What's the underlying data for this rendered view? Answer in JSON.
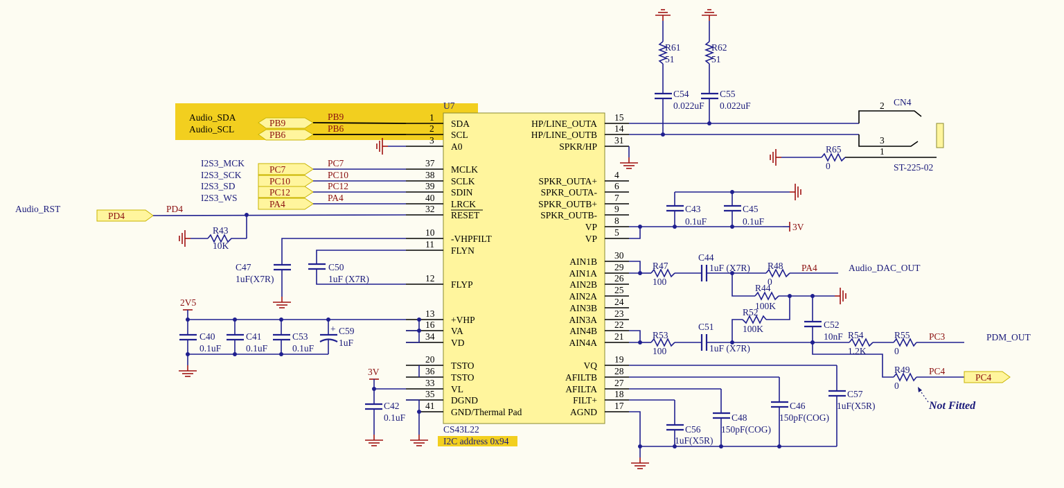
{
  "chip": {
    "ref": "U7",
    "part": "CS43L22",
    "note": "I2C address 0x94",
    "left_pins": [
      {
        "num": "1",
        "name": "SDA"
      },
      {
        "num": "2",
        "name": "SCL"
      },
      {
        "num": "3",
        "name": "A0"
      },
      {
        "num": "37",
        "name": "MCLK"
      },
      {
        "num": "38",
        "name": "SCLK"
      },
      {
        "num": "39",
        "name": "SDIN"
      },
      {
        "num": "40",
        "name": "LRCK"
      },
      {
        "num": "32",
        "name": "RESET"
      },
      {
        "num": "10",
        "name": "-VHPFILT"
      },
      {
        "num": "11",
        "name": "FLYN"
      },
      {
        "num": "12",
        "name": "FLYP"
      },
      {
        "num": "13",
        "name": "+VHP"
      },
      {
        "num": "16",
        "name": "VA"
      },
      {
        "num": "34",
        "name": "VD"
      },
      {
        "num": "20",
        "name": "TSTO"
      },
      {
        "num": "36",
        "name": "TSTO"
      },
      {
        "num": "33",
        "name": "VL"
      },
      {
        "num": "35",
        "name": "DGND"
      },
      {
        "num": "41",
        "name": "GND/Thermal Pad"
      }
    ],
    "right_pins": [
      {
        "num": "15",
        "name": "HP/LINE_OUTA"
      },
      {
        "num": "14",
        "name": "HP/LINE_OUTB"
      },
      {
        "num": "31",
        "name": "SPKR/HP"
      },
      {
        "num": "4",
        "name": "SPKR_OUTA+"
      },
      {
        "num": "6",
        "name": "SPKR_OUTA-"
      },
      {
        "num": "7",
        "name": "SPKR_OUTB+"
      },
      {
        "num": "9",
        "name": "SPKR_OUTB-"
      },
      {
        "num": "8",
        "name": "VP"
      },
      {
        "num": "5",
        "name": "VP"
      },
      {
        "num": "30",
        "name": "AIN1B"
      },
      {
        "num": "29",
        "name": "AIN1A"
      },
      {
        "num": "26",
        "name": "AIN2B"
      },
      {
        "num": "25",
        "name": "AIN2A"
      },
      {
        "num": "24",
        "name": "AIN3B"
      },
      {
        "num": "23",
        "name": "AIN3A"
      },
      {
        "num": "22",
        "name": "AIN4B"
      },
      {
        "num": "21",
        "name": "AIN4A"
      },
      {
        "num": "19",
        "name": "VQ"
      },
      {
        "num": "28",
        "name": "AFILTB"
      },
      {
        "num": "27",
        "name": "AFILTA"
      },
      {
        "num": "18",
        "name": "FILT+"
      },
      {
        "num": "17",
        "name": "AGND"
      }
    ]
  },
  "signals": {
    "audio_sda": "Audio_SDA",
    "audio_scl": "Audio_SCL",
    "audio_rst": "Audio_RST",
    "i2s_mck": "I2S3_MCK",
    "i2s_sck": "I2S3_SCK",
    "i2s_sd": "I2S3_SD",
    "i2s_ws": "I2S3_WS",
    "audio_dac_out": "Audio_DAC_OUT",
    "pdm_out": "PDM_OUT",
    "not_fitted": "Not Fitted"
  },
  "ports": {
    "pb9": "PB9",
    "pb6": "PB6",
    "pc7": "PC7",
    "pc10": "PC10",
    "pc12": "PC12",
    "pa4": "PA4",
    "pd4": "PD4",
    "pc4": "PC4",
    "pc3": "PC3"
  },
  "power": {
    "v2v5": "2V5",
    "v3v_left": "3V",
    "v3v_right": "3V"
  },
  "components": {
    "r61": {
      "ref": "R61",
      "val": "51"
    },
    "r62": {
      "ref": "R62",
      "val": "51"
    },
    "c54": {
      "ref": "C54",
      "val": "0.022uF"
    },
    "c55": {
      "ref": "C55",
      "val": "0.022uF"
    },
    "cn4": {
      "ref": "CN4",
      "val": "ST-225-02",
      "p2": "2",
      "p3": "3",
      "p1": "1"
    },
    "r65": {
      "ref": "R65",
      "val": "0"
    },
    "c43": {
      "ref": "C43",
      "val": "0.1uF"
    },
    "c45": {
      "ref": "C45",
      "val": "0.1uF"
    },
    "r43": {
      "ref": "R43",
      "val": "10K"
    },
    "c47": {
      "ref": "C47",
      "val": "1uF(X7R)"
    },
    "c50": {
      "ref": "C50",
      "val": "1uF (X7R)"
    },
    "c40": {
      "ref": "C40",
      "val": "0.1uF"
    },
    "c41": {
      "ref": "C41",
      "val": "0.1uF"
    },
    "c53": {
      "ref": "C53",
      "val": "0.1uF"
    },
    "c59": {
      "ref": "C59",
      "val": "1uF"
    },
    "c42": {
      "ref": "C42",
      "val": "0.1uF"
    },
    "r47": {
      "ref": "R47",
      "val": "100"
    },
    "c44": {
      "ref": "C44",
      "val": "1uF (X7R)"
    },
    "r48": {
      "ref": "R48",
      "val": "0"
    },
    "r44": {
      "ref": "R44",
      "val": "100K"
    },
    "r52": {
      "ref": "R52",
      "val": "100K"
    },
    "c52": {
      "ref": "C52",
      "val": "10nF"
    },
    "r53": {
      "ref": "R53",
      "val": "100"
    },
    "c51": {
      "ref": "C51",
      "val": "1uF (X7R)"
    },
    "r54": {
      "ref": "R54",
      "val": "1.2K"
    },
    "r55": {
      "ref": "R55",
      "val": "0"
    },
    "r49": {
      "ref": "R49",
      "val": "0"
    },
    "c56": {
      "ref": "C56",
      "val": "1uF(X5R)"
    },
    "c48": {
      "ref": "C48",
      "val": "150pF(COG)"
    },
    "c46": {
      "ref": "C46",
      "val": "150pF(COG)"
    },
    "c57": {
      "ref": "C57",
      "val": "1uF(X5R)"
    }
  },
  "colors": {
    "wire": "#1f1f8f",
    "chip_fill": "#fff59d",
    "highlight": "#f2cf1f",
    "ground": "#a01010"
  }
}
